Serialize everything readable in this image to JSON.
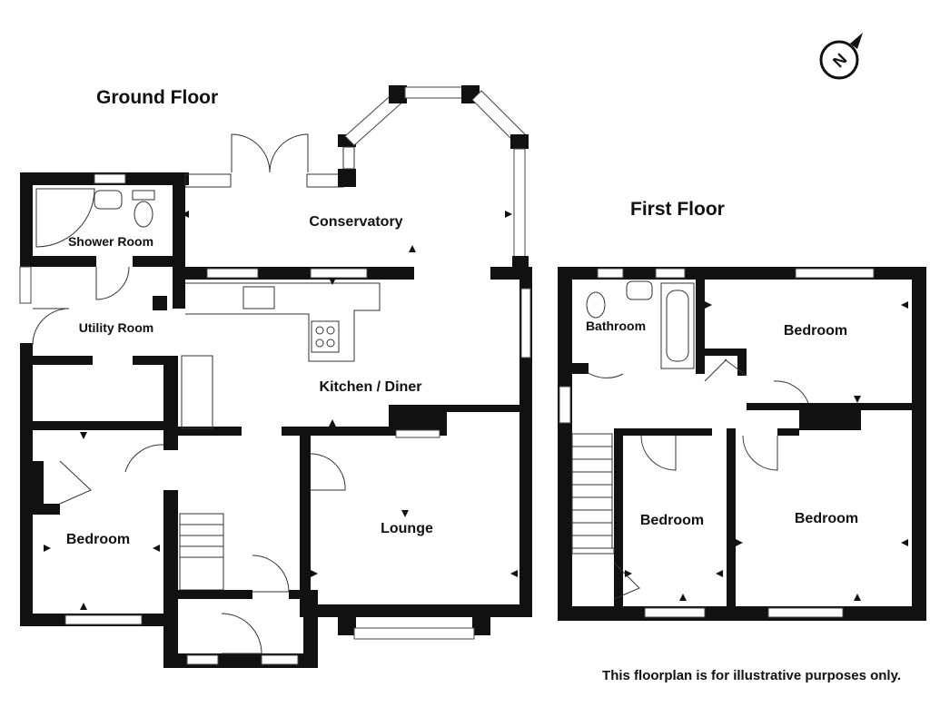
{
  "headings": {
    "ground_floor": "Ground Floor",
    "first_floor": "First Floor"
  },
  "rooms": {
    "conservatory": "Conservatory",
    "shower_room": "Shower Room",
    "utility_room": "Utility Room",
    "kitchen_diner": "Kitchen / Diner",
    "lounge": "Lounge",
    "ground_bedroom": "Bedroom",
    "bathroom": "Bathroom",
    "bedroom_top_right": "Bedroom",
    "bedroom_middle": "Bedroom",
    "bedroom_right": "Bedroom"
  },
  "compass": {
    "letter": "N",
    "icon": "compass-north-icon"
  },
  "disclaimer": "This floorplan is for illustrative purposes only.",
  "colors": {
    "walls": "#111111",
    "background": "#ffffff",
    "fixtures": "#333333"
  }
}
